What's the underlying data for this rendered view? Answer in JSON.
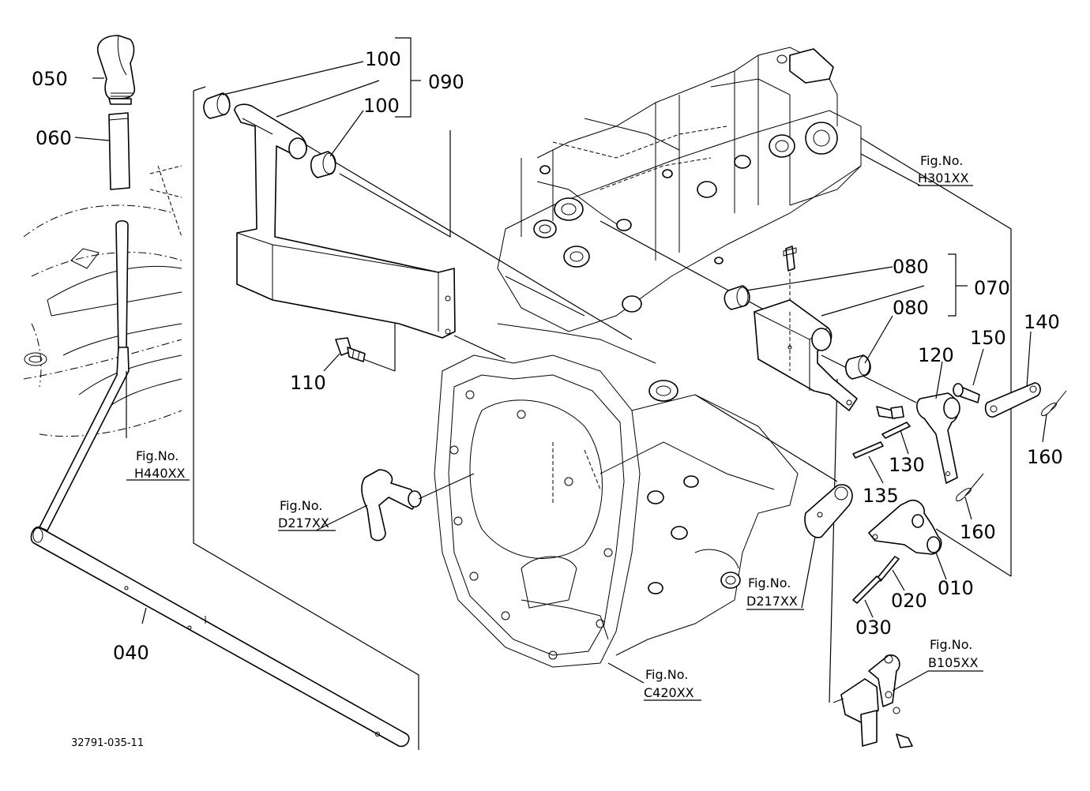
{
  "diagram": {
    "part_labels": {
      "p050": "050",
      "p060": "060",
      "p100a": "100",
      "p100b": "100",
      "p090": "090",
      "p110": "110",
      "p040": "040",
      "p080a": "080",
      "p080b": "080",
      "p070": "070",
      "p120": "120",
      "p150": "150",
      "p140": "140",
      "p130": "130",
      "p135": "135",
      "p160a": "160",
      "p160b": "160",
      "p010": "010",
      "p020": "020",
      "p030": "030"
    },
    "figure_refs": {
      "h301": {
        "line1": "Fig.No.",
        "line2": "H301XX"
      },
      "h440": {
        "line1": "Fig.No.",
        "line2": "H440XX"
      },
      "d217a": {
        "line1": "Fig.No.",
        "line2": "D217XX"
      },
      "d217b": {
        "line1": "Fig.No.",
        "line2": "D217XX"
      },
      "c420": {
        "line1": "Fig.No.",
        "line2": "C420XX"
      },
      "b105": {
        "line1": "Fig.No.",
        "line2": "B105XX"
      }
    },
    "drawing_code": "32791-035-11"
  }
}
